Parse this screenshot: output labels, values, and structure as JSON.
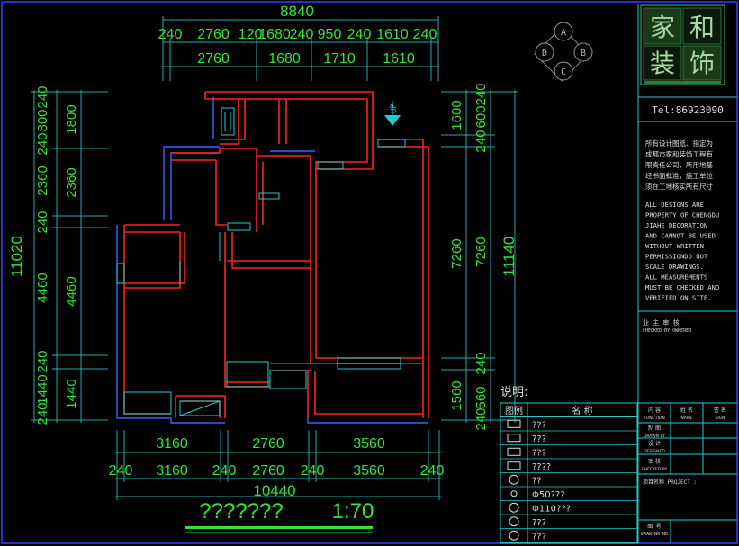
{
  "top_dims": {
    "total": "8840",
    "row1": [
      "240",
      "2760",
      "120",
      "1680",
      "240",
      "950",
      "240",
      "1610",
      "240"
    ],
    "row2": [
      "2760",
      "1680",
      "1710",
      "1610"
    ]
  },
  "bottom_dims": {
    "row1": [
      "3160",
      "2760",
      "3560"
    ],
    "row2": [
      "240",
      "3160",
      "240",
      "2760",
      "240",
      "3560",
      "240"
    ],
    "total": "10440"
  },
  "left_dims": {
    "total": "11020",
    "outer": [
      "240",
      "800",
      "240",
      "2360",
      "240",
      "4460",
      "240",
      "1440",
      "240"
    ],
    "inner": [
      "1800",
      "2360",
      "4460",
      "1440"
    ]
  },
  "right_dims": {
    "total": "11140",
    "outer": [
      "240",
      "600",
      "240",
      "7260",
      "240",
      "560",
      "240"
    ],
    "inner": [
      "1600",
      "7260",
      "1560"
    ]
  },
  "compass": [
    "A",
    "B",
    "C",
    "D"
  ],
  "up_label": "UP",
  "plan_title": "???????",
  "scale": "1:70",
  "logo": {
    "chars": [
      "家",
      "和",
      "装",
      "饰"
    ]
  },
  "tel": "Tel:86923090",
  "notice_cn": [
    "所有设计图纸、指定为",
    "成都市家和装饰工程有",
    "限责任公司，所用地基",
    "经书面批准，施工单位",
    "须在工地核实所有尺寸"
  ],
  "notice_en": [
    "ALL DESIGNS ARE",
    "PROPERTY OF CHENGDU",
    "JIAHE DECORATION",
    "AND CANNOT BE USED",
    "WITHOUT WRITTEN",
    "PERMISSIONDO NOT",
    "SCALE DRAWINGS.",
    "ALL MEASUREMENTS",
    "MUST BE CHECKED AND",
    "VERIFIED ON SITE."
  ],
  "owner_review": {
    "cn": "业 主 审 核",
    "en": "CHECKED BY OWNERER"
  },
  "legend": {
    "title": "说明:",
    "header": [
      "图例",
      "名 称"
    ],
    "rows": [
      "???",
      "???",
      "???",
      "????",
      "??",
      "Φ50???",
      "Φ110???",
      "???",
      "???"
    ]
  },
  "title_block": {
    "header": [
      {
        "cn": "内 容",
        "en": "FUNCTION"
      },
      {
        "cn": "姓 名",
        "en": "NAME"
      },
      {
        "cn": "签 名",
        "en": "SIGN"
      }
    ],
    "rows": [
      {
        "cn": "制 图",
        "en": "DRAWN BY"
      },
      {
        "cn": "设 计",
        "en": "DESIGNED"
      },
      {
        "cn": "审 核",
        "en": "CHECKED BY"
      }
    ],
    "project": "项目名称 PROJECT :",
    "drawing_no": {
      "cn": "图 号",
      "en": "DRAWING NO"
    }
  },
  "colors": {
    "wall_red": "#ff2020",
    "wall_blue": "#3366ff",
    "dimension_green": "#33e533",
    "cyan": "#22cccc",
    "frame": "#3344ff"
  }
}
